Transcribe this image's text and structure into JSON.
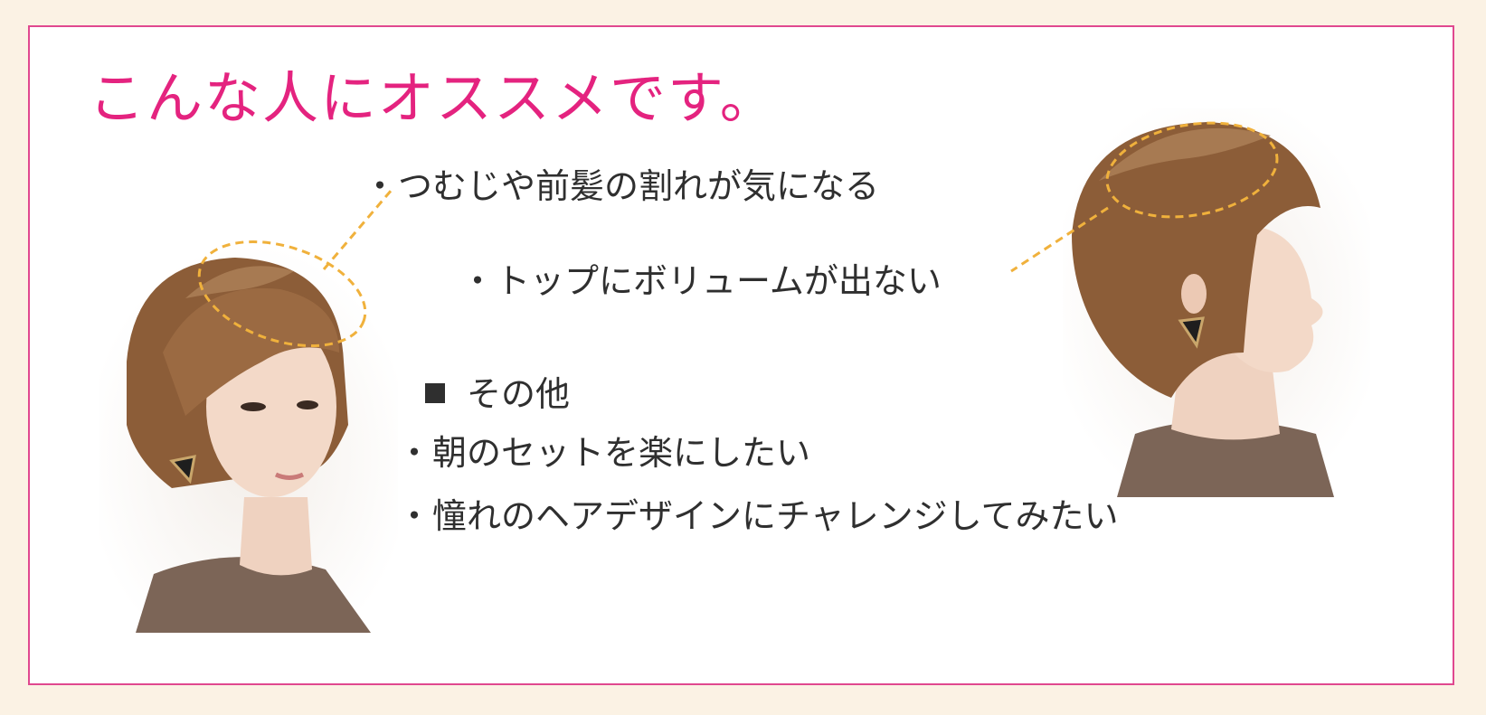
{
  "title": "こんな人にオススメです。",
  "points": [
    "つむじや前髪の割れが気になる",
    "トップにボリュームが出ない"
  ],
  "other": {
    "heading": "その他",
    "items": [
      "朝のセットを楽にしたい",
      "憧れのヘアデザインにチャレンジしてみたい"
    ]
  },
  "bullet_glyph": "・",
  "colors": {
    "page_bg": "#fbf2e4",
    "border": "#e0488f",
    "title": "#e4237f",
    "text": "#2f2f2f",
    "dash": "#f0b13c",
    "hair": "#9b6a42"
  },
  "icons": [
    "front-model-photo",
    "side-model-photo",
    "square-bullet-icon"
  ]
}
